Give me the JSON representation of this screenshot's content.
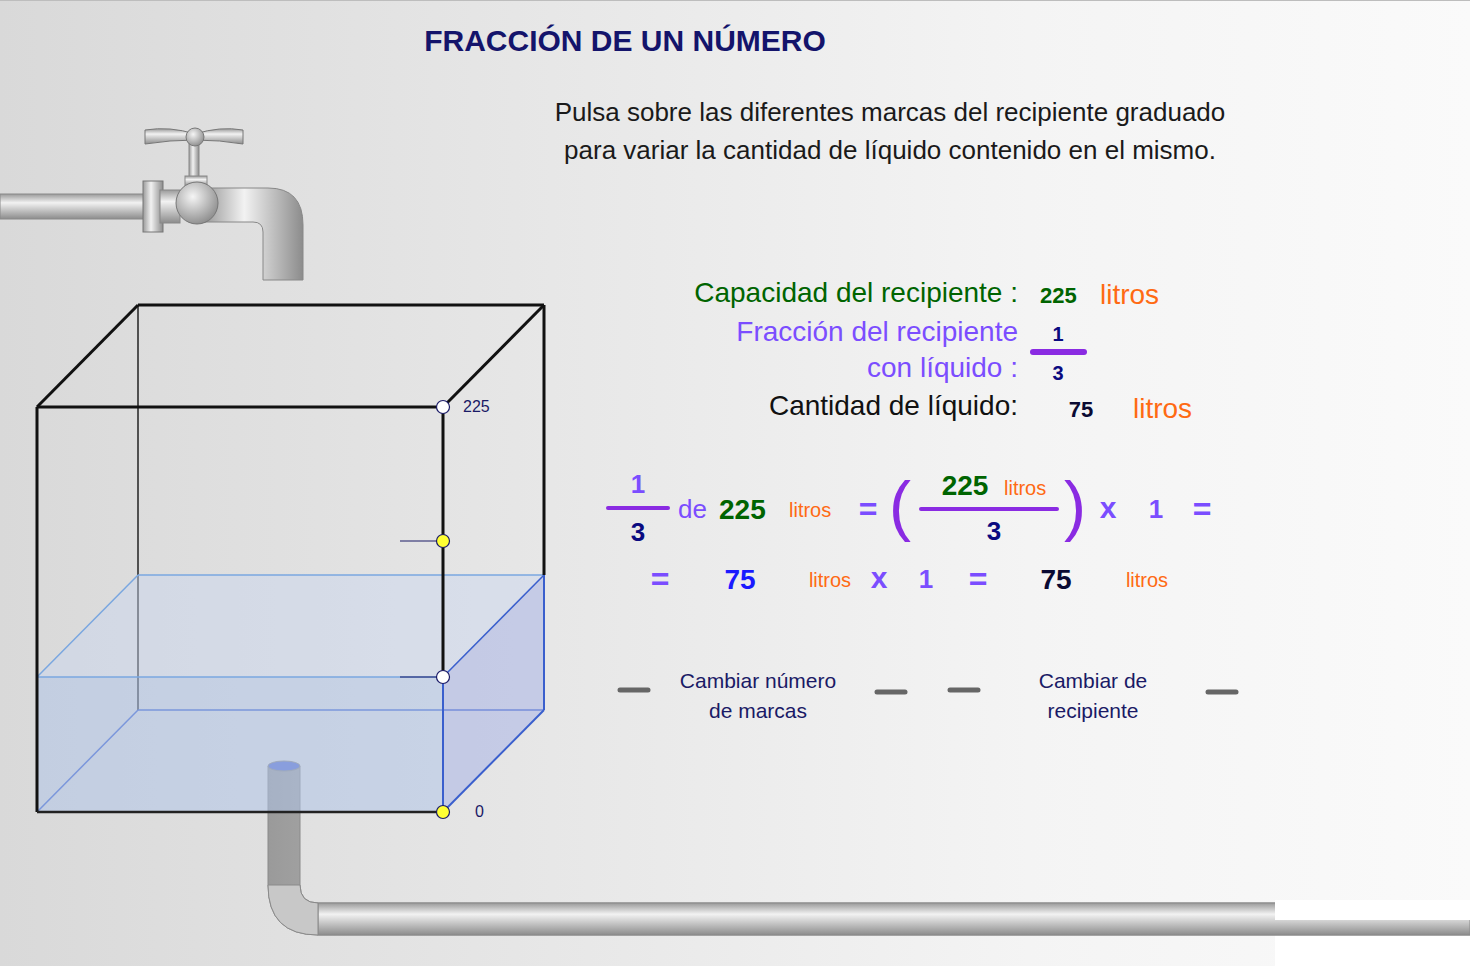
{
  "diagram": {
    "title": "FRACCIÓN DE UN NÚMERO",
    "labels": [
      "Pulsa sobre las diferentes marcas del recipiente graduado para variar la cantidad de líquido contenido en el mismo.",
      "Capacidad del recipiente :",
      "225",
      "litros",
      "Fracción del recipiente con líquido :",
      "1",
      "3",
      "Cantidad de líquido:",
      "75",
      "litros",
      "1",
      "3",
      "de",
      "225",
      "litros",
      "=",
      "(",
      "225",
      "litros",
      "3",
      ")",
      "x",
      "1",
      "=",
      "=",
      "75",
      "litros",
      "x",
      "1",
      "=",
      "75",
      "litros",
      "Cambiar número de marcas",
      "Cambiar de recipiente",
      "225",
      "0"
    ]
  }
}
